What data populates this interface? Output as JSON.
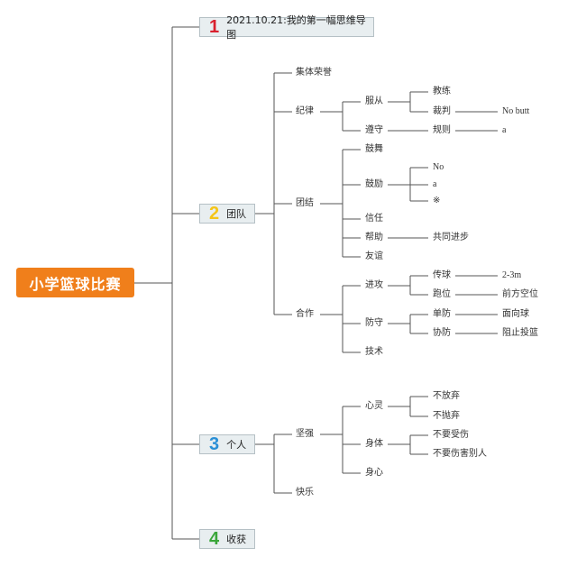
{
  "root": "小学篮球比赛",
  "branches": [
    {
      "num": "1",
      "label": "2021.10.21:我的第一幅思维导图",
      "color": "#d9202e"
    },
    {
      "num": "2",
      "label": "团队",
      "color": "#f5c518"
    },
    {
      "num": "3",
      "label": "个人",
      "color": "#2a8fd6"
    },
    {
      "num": "4",
      "label": "收获",
      "color": "#3aa63a"
    }
  ],
  "team": {
    "honor": "集体荣誉",
    "discipline": "纪律",
    "obey": "服从",
    "coach": "教练",
    "referee": "裁判",
    "referee_note": "No butt",
    "comply": "遵守",
    "rules": "规则",
    "rules_note": "a",
    "unity": "团结",
    "cheer": "鼓舞",
    "encourage": "鼓励",
    "enc_1": "No",
    "enc_2": "a",
    "enc_3": "※",
    "trust": "信任",
    "help": "帮助",
    "progress": "共同进步",
    "friendship": "友谊",
    "cooperation": "合作",
    "attack": "进攻",
    "pass": "传球",
    "pass_note": "2-3m",
    "run": "跑位",
    "run_note": "前方空位",
    "defense": "防守",
    "single_def": "单防",
    "single_note": "面向球",
    "help_def": "协防",
    "help_note": "阻止投篮",
    "technique": "技术"
  },
  "personal": {
    "strong": "坚强",
    "heart": "心灵",
    "not_give_up": "不放弃",
    "not_abandon": "不抛弃",
    "body": "身体",
    "no_injury": "不要受伤",
    "no_hurt": "不要伤害别人",
    "mind": "身心",
    "happy": "快乐"
  }
}
